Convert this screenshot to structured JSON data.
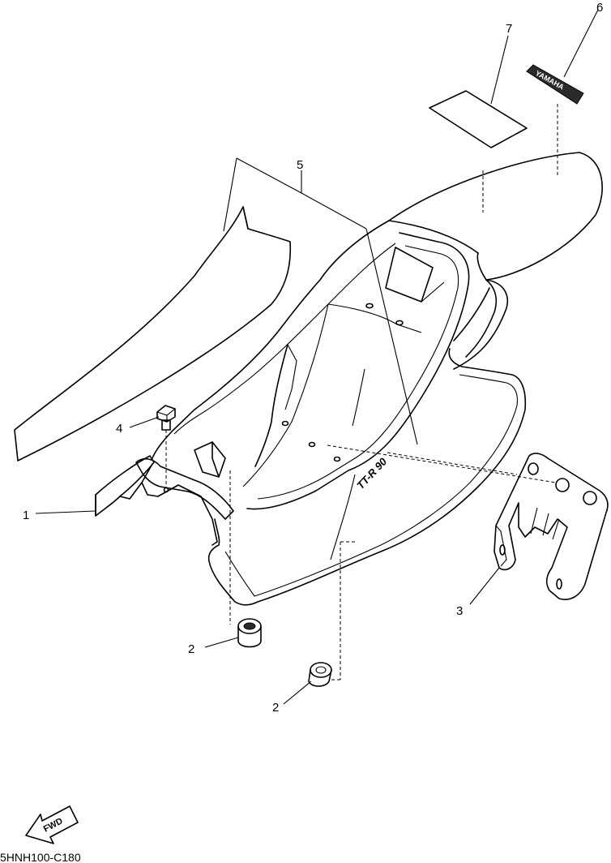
{
  "diagram": {
    "callouts": {
      "c1": "1",
      "c2a": "2",
      "c2b": "2",
      "c3": "3",
      "c4": "4",
      "c5": "5",
      "c6": "6",
      "c7": "7"
    },
    "decal_text": "YAMAHA",
    "model_text": "TT-R 90",
    "fwd_label": "FWD",
    "drawing_code": "5HNH100-C180"
  }
}
